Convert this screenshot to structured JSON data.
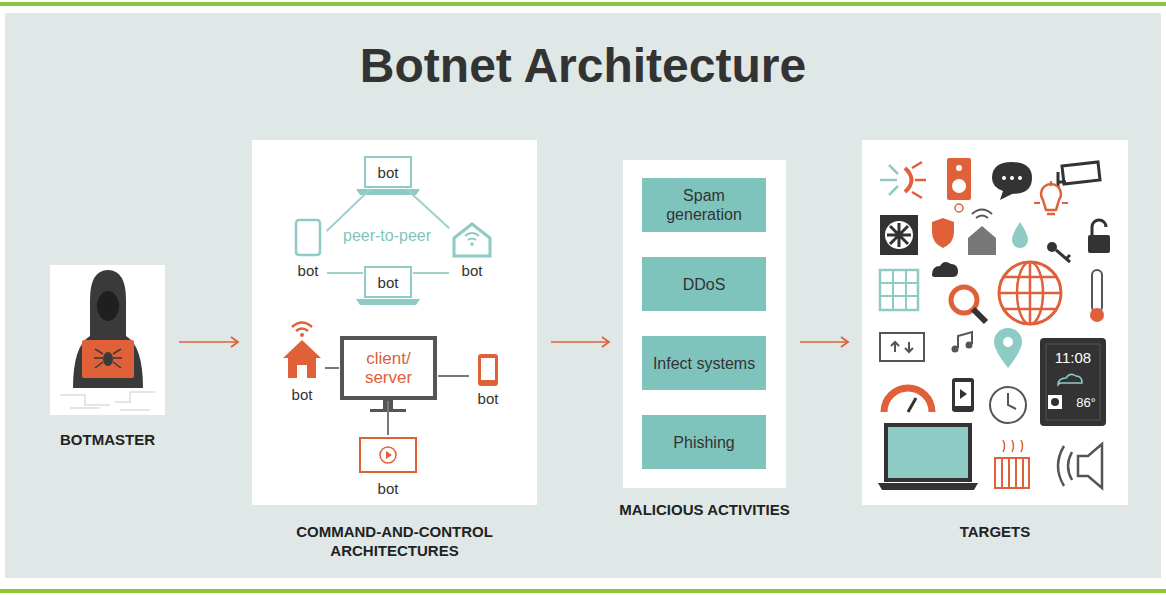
{
  "diagram": {
    "title": "Botnet Architecture",
    "nodes": [
      {
        "text": [
          "BOTMASTER"
        ]
      },
      {
        "text": [
          "COMMAND-AND-CONTROL ARCHITECTURES"
        ]
      },
      {
        "text": [
          "bot"
        ],
        "in": 1
      },
      {
        "text": [
          "bot"
        ],
        "in": 1
      },
      {
        "text": [
          "bot"
        ],
        "in": 1
      },
      {
        "text": [
          "bot"
        ],
        "in": 1
      },
      {
        "text": [
          "bot"
        ],
        "in": 1
      },
      {
        "text": [
          "client/ server"
        ],
        "in": 1
      },
      {
        "text": [
          "bot"
        ],
        "in": 1
      },
      {
        "text": [
          "bot"
        ],
        "in": 1
      },
      {
        "text": [
          "MALICIOUS ACTIVITIES"
        ]
      },
      {
        "text": [
          "Spam generation"
        ],
        "in": 10
      },
      {
        "text": [
          "DDoS"
        ],
        "in": 10
      },
      {
        "text": [
          "Infect systems"
        ],
        "in": 10
      },
      {
        "text": [
          "Phishing"
        ],
        "in": 10
      },
      {
        "text": [
          "TARGETS"
        ]
      }
    ],
    "edges": [
      {
        "from": 0,
        "to": 1,
        "arrow": "to"
      },
      {
        "from": 1,
        "to": 10,
        "arrow": "to"
      },
      {
        "from": 10,
        "to": 15,
        "arrow": "to"
      },
      {
        "from": 2,
        "to": 3,
        "arrow": "none"
      },
      {
        "from": 2,
        "to": 4,
        "arrow": "none"
      },
      {
        "from": 3,
        "to": 5,
        "arrow": "none"
      },
      {
        "from": 4,
        "to": 5,
        "arrow": "none"
      },
      {
        "from": 6,
        "to": 7,
        "arrow": "none"
      },
      {
        "from": 7,
        "to": 8,
        "arrow": "none"
      },
      {
        "from": 7,
        "to": 9,
        "arrow": "none"
      }
    ],
    "labels": [
      "peer-to-peer",
      "11:08",
      "86°"
    ]
  }
}
